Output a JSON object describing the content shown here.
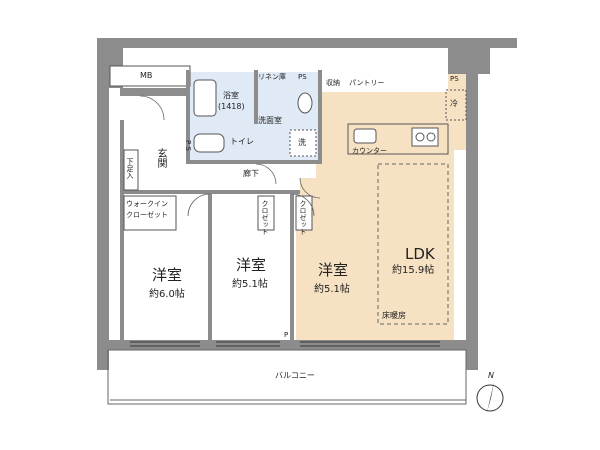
{
  "rooms": {
    "ldk": {
      "name": "LDK",
      "size": "約15.9帖",
      "floor_heating": "床暖房"
    },
    "western_1": {
      "name": "洋室",
      "size": "約6.0帖"
    },
    "western_2": {
      "name": "洋室",
      "size": "約5.1帖"
    },
    "western_3": {
      "name": "洋室",
      "size": "約5.1帖"
    },
    "bath": {
      "name": "浴室",
      "size": "(1418)"
    },
    "washroom": {
      "name": "洗面室"
    },
    "toilet": {
      "name": "トイレ"
    },
    "entrance": {
      "name": "玄関"
    },
    "corridor": {
      "name": "廊下"
    },
    "balcony": {
      "name": "バルコニー"
    }
  },
  "fixtures": {
    "mb": "MB",
    "ps_top": "PS",
    "ps_top_right": "PS",
    "ps_toilet": "P S",
    "linen": "リネン庫",
    "storage": "収納",
    "pantry": "パントリー",
    "fridge": "冷",
    "counter": "カウンター",
    "washer": "洗",
    "shoe_box": "下足入",
    "walk_in": [
      "ウォークイン",
      "クローゼット"
    ],
    "closet": "クロゼット",
    "small_p": "P"
  },
  "compass": "N",
  "colors": {
    "wall": "#8c8c8c",
    "ldk_floor": "#f6e1c3",
    "wet_area": "#dfeaf6",
    "outline": "#555555"
  }
}
